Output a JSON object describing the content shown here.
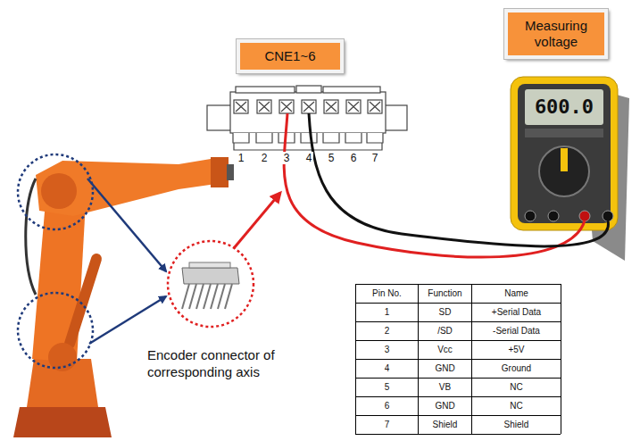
{
  "diagram": {
    "nodes": [
      {
        "text": [
          "CNE1~6"
        ]
      },
      {
        "text": [
          "Measuring voltage"
        ]
      }
    ],
    "labels": [
      "1",
      "2",
      "3",
      "4",
      "5",
      "6",
      "7",
      "Encoder connector of corresponding axis",
      "Pin No.",
      "Function",
      "Name",
      "1",
      "SD",
      "+Serial Data",
      "2",
      "/SD",
      "-Serial Data",
      "3",
      "Vcc",
      "+5V",
      "4",
      "GND",
      "Ground",
      "5",
      "VB",
      "NC",
      "6",
      "GND",
      "NC",
      "7",
      "Shield",
      "Shield",
      "600.0"
    ]
  }
}
